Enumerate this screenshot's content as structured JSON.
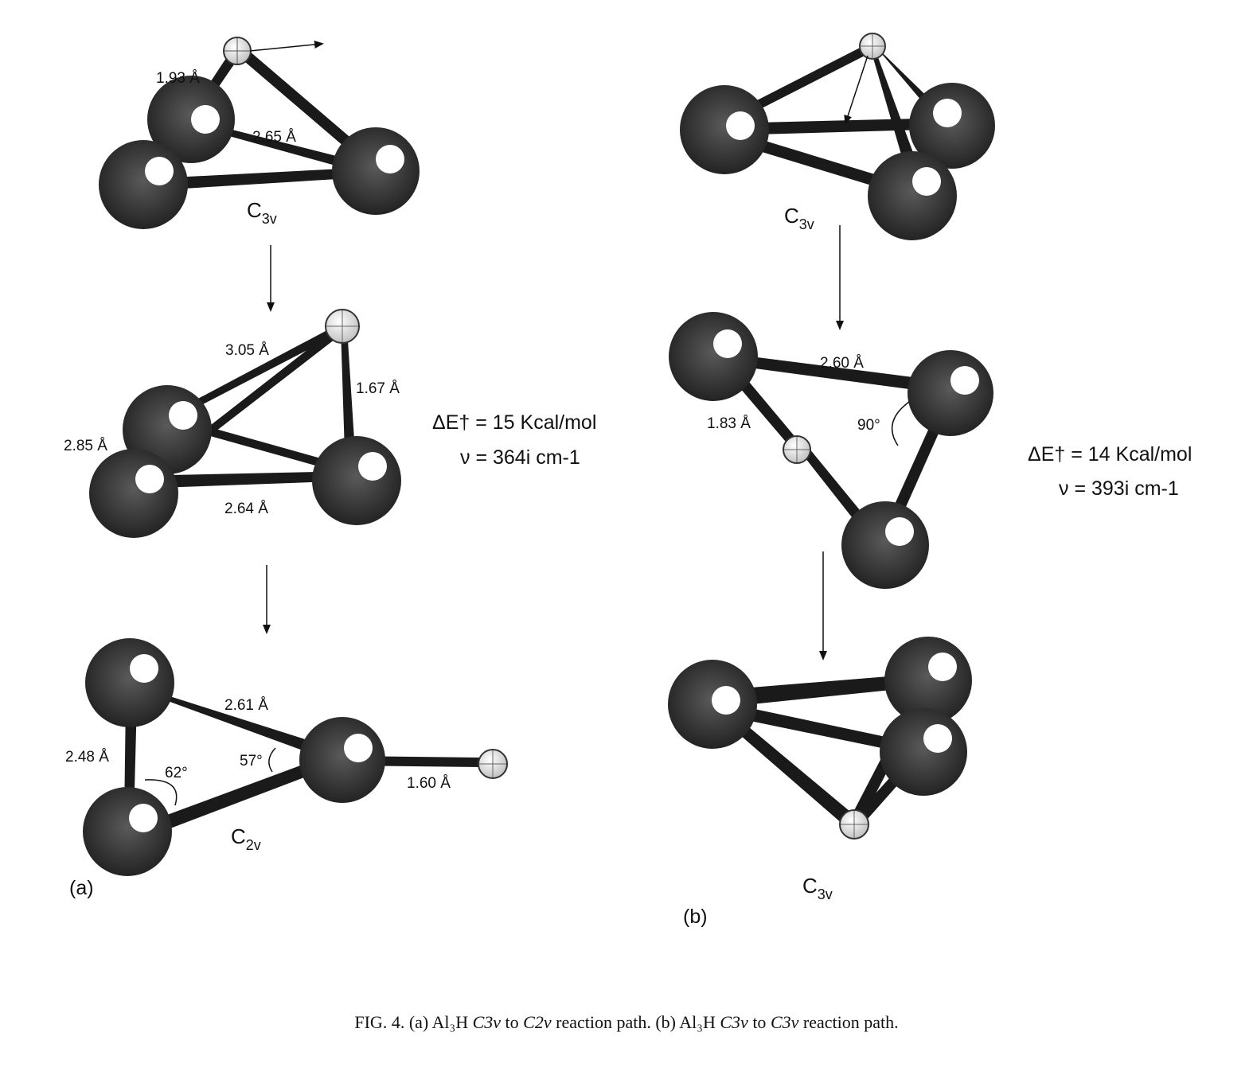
{
  "panel_a": {
    "panel_label": "(a)",
    "step1": {
      "symmetry": "C",
      "symmetry_sub": "3v",
      "bond_h": "1.93 Å",
      "bond_al": "2.65 Å"
    },
    "step2": {
      "bond_h_far": "3.05 Å",
      "bond_h": "1.67 Å",
      "bond_al_side": "2.85 Å",
      "bond_al_bottom": "2.64 Å"
    },
    "step3": {
      "symmetry": "C",
      "symmetry_sub": "2v",
      "bond_al_top": "2.61 Å",
      "bond_al_side": "2.48 Å",
      "angle_left": "62°",
      "angle_right": "57°",
      "bond_h": "1.60 Å"
    },
    "barrier_energy": "ΔE† = 15 Kcal/mol",
    "barrier_freq": "ν = 364i cm-1"
  },
  "panel_b": {
    "panel_label": "(b)",
    "step1": {
      "symmetry": "C",
      "symmetry_sub": "3v"
    },
    "step2": {
      "bond_al": "2.60 Å",
      "bond_h": "1.83 Å",
      "angle": "90°"
    },
    "step3": {
      "symmetry": "C",
      "symmetry_sub": "3v"
    },
    "barrier_energy": "ΔE† = 14 Kcal/mol",
    "barrier_freq": "ν = 393i cm-1"
  },
  "caption": {
    "fig_label": "FIG. 4.",
    "part_a": "(a) Al₃H",
    "sym_a1": "C3v",
    "to_a": "to",
    "sym_a2": "C2v",
    "end_a": "reaction path.",
    "part_b": "(b) Al₃H",
    "sym_b1": "C3v",
    "to_b": "to",
    "sym_b2": "C3v",
    "end_b": "reaction path."
  },
  "colors": {
    "aluminum": "#3a3a3a",
    "hydrogen": "#eeeeee",
    "bond": "#1a1a1a"
  }
}
